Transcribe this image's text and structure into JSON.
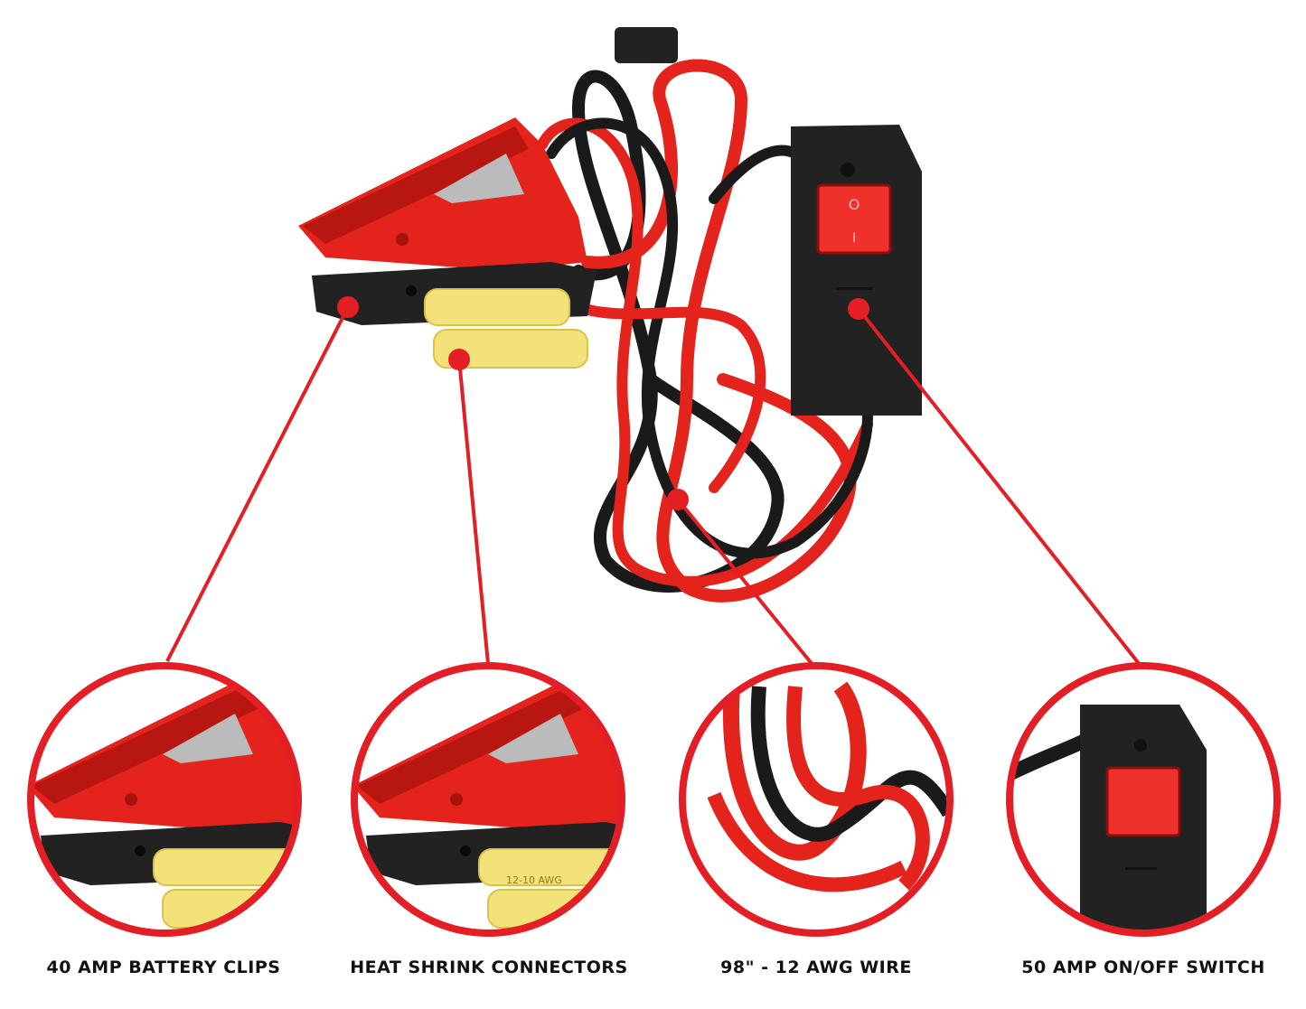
{
  "colors": {
    "accent": "#e31e24",
    "wire_red": "#e3231c",
    "wire_black": "#1a1a1a",
    "connector_yellow": "#f3e27a",
    "switch_red": "#f0302a"
  },
  "callouts": [
    {
      "label": "40 AMP BATTERY CLIPS",
      "icon": "battery-clip"
    },
    {
      "label": "HEAT SHRINK CONNECTORS",
      "icon": "heat-shrink-connector"
    },
    {
      "label": "98\" - 12 AWG WIRE",
      "icon": "wire"
    },
    {
      "label": "50 AMP ON/OFF SWITCH",
      "icon": "rocker-switch"
    }
  ],
  "connector_print": "12-10 AWG",
  "switch_marks": {
    "off": "O",
    "on": "I"
  }
}
